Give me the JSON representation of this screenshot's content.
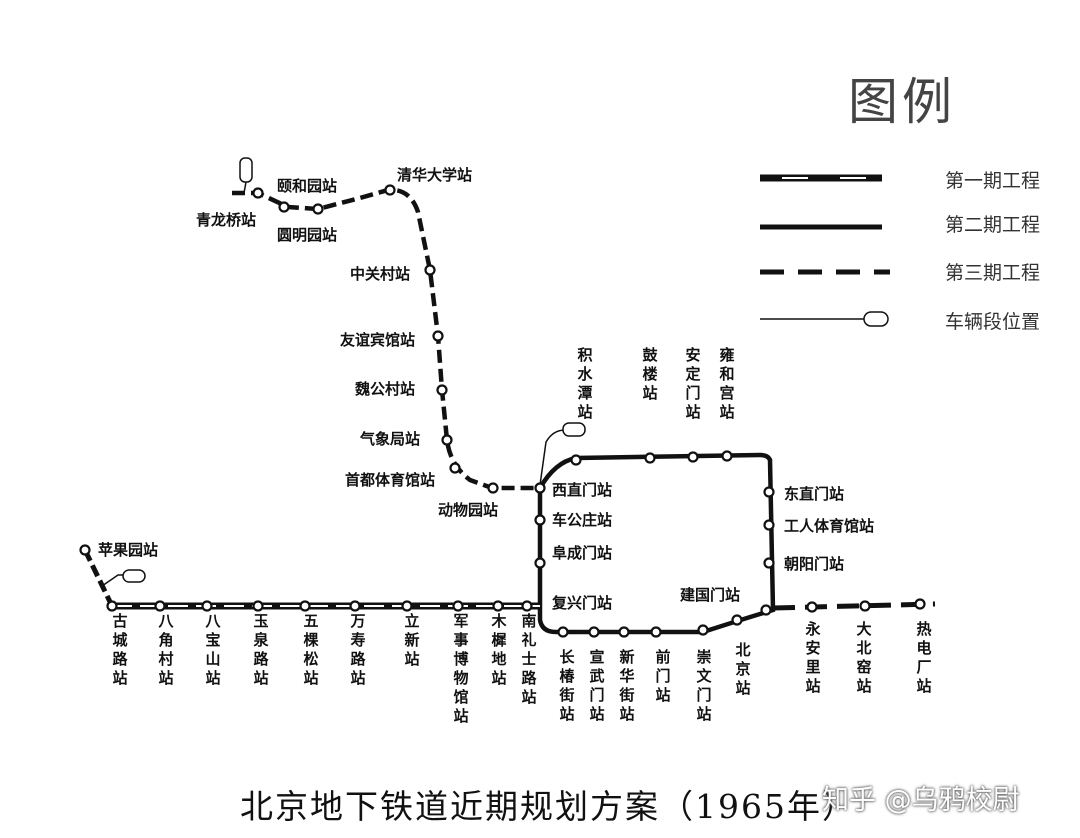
{
  "legend": {
    "title": "图例",
    "items": [
      {
        "label": "第一期工程",
        "style": "phase1"
      },
      {
        "label": "第二期工程",
        "style": "phase2"
      },
      {
        "label": "第三期工程",
        "style": "phase3"
      },
      {
        "label": "车辆段位置",
        "style": "depot"
      }
    ]
  },
  "map_title": "北京地下铁道近期规划方案（1965年）",
  "watermark": "知乎 @乌鸦校尉",
  "stations_north": {
    "qinglongqiao": "青龙桥站",
    "yiheyuan": "颐和园站",
    "yuanmingyuan": "圆明园站",
    "qinghua": "清华大学站",
    "zhongguancun": "中关村站",
    "youyi": "友谊宾馆站",
    "weigongcun": "魏公村站",
    "qixiangju": "气象局站",
    "shoudu_tiyuguan": "首都体育馆站",
    "dongwuyuan": "动物园站"
  },
  "stations_ring_west": {
    "xizhimen": "西直门站",
    "chegongzhuang": "车公庄站",
    "fuchengmen": "阜成门站",
    "fuxingmen": "复兴门站"
  },
  "stations_ring_north": {
    "jishuitan": "积水潭站",
    "gulou": "鼓楼站",
    "andingmen": "安定门站",
    "yonghegong": "雍和宫站"
  },
  "stations_ring_east": {
    "dongzhimen": "东直门站",
    "gongren_tiyuguan": "工人体育馆站",
    "chaoyangmen": "朝阳门站",
    "jianguomen": "建国门站"
  },
  "stations_west": {
    "pingguoyuan": "苹果园站",
    "gucheng": "古城路站",
    "bajiao": "八角村站",
    "babaoshan": "八宝山站",
    "yuquan": "玉泉路站",
    "wukesong": "五棵松站",
    "wanshou": "万寿路站",
    "lixin": "立新站",
    "junbo": "军事博物馆站",
    "muxidi": "木樨地站",
    "nanlishi": "南礼士路站"
  },
  "stations_south": {
    "changchun": "长椿街站",
    "xuanwumen": "宣武门站",
    "xinhua": "新华街站",
    "qianmen": "前门站",
    "chongwenmen": "崇文门站",
    "beijing": "北京站"
  },
  "stations_east": {
    "yonganli": "永安里站",
    "dabeiyao": "大北窑站",
    "redianchang": "热电厂站"
  },
  "colors": {
    "line": "#111111",
    "background": "#ffffff",
    "legend_text": "#333333"
  }
}
